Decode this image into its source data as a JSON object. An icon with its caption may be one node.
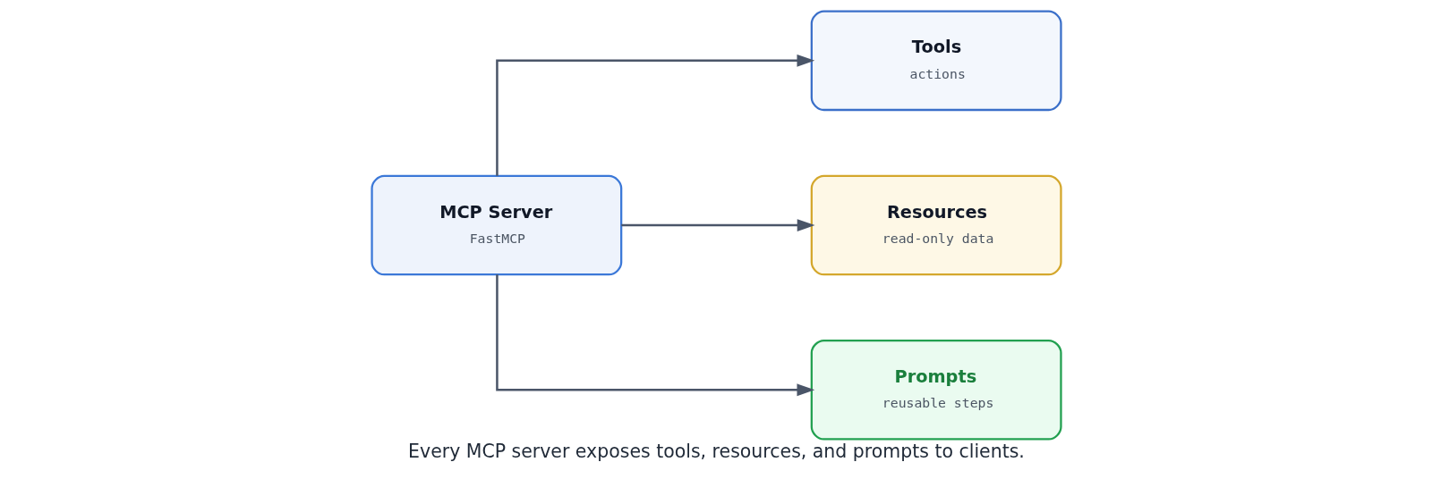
{
  "diagram": {
    "caption": "Every MCP server exposes tools, resources, and prompts to clients.",
    "nodes": [
      {
        "text": [
          "MCP Server",
          "FastMCP"
        ]
      },
      {
        "text": [
          "Tools",
          "actions"
        ]
      },
      {
        "text": [
          "Resources",
          "read-only data"
        ]
      },
      {
        "text": [
          "Prompts",
          "reusable steps"
        ]
      }
    ],
    "edges": [
      {
        "from": 0,
        "to": 1,
        "arrow": "to"
      },
      {
        "from": 0,
        "to": 2,
        "arrow": "to"
      },
      {
        "from": 0,
        "to": 3,
        "arrow": "to"
      }
    ]
  }
}
